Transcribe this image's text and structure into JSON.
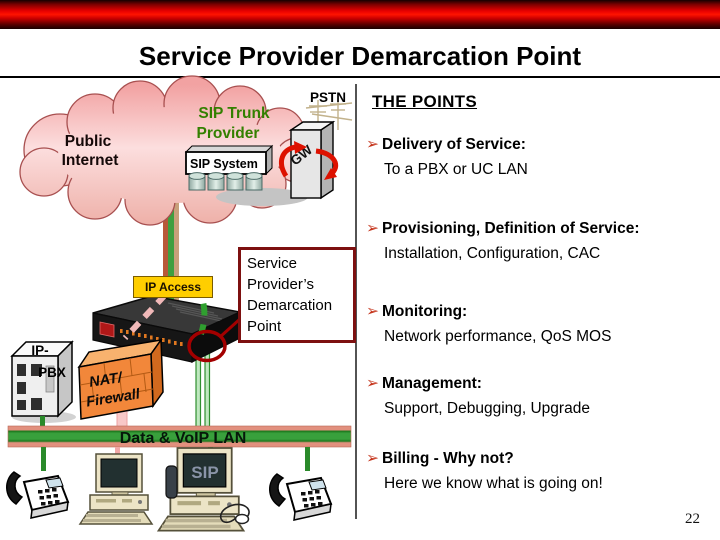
{
  "slide": {
    "title": "Service Provider Demarcation Point",
    "page_number": "22"
  },
  "diagram": {
    "public_internet": [
      "Public",
      "Internet"
    ],
    "sip_trunk_provider": [
      "SIP Trunk",
      "Provider"
    ],
    "sip_system": "SIP System",
    "pstn": "PSTN",
    "gw": "GW",
    "ip_access": "IP Access",
    "demarcation": "Service Provider’s Demarcation Point",
    "ip_pbx": [
      "IP-",
      "PBX"
    ],
    "nat_firewall": [
      "NAT/",
      "Firewall"
    ],
    "lan": "Data & VoIP LAN",
    "sip_screen": "SIP"
  },
  "points": {
    "title": "THE POINTS",
    "bullet": "➢",
    "items": [
      {
        "head": "Delivery of Service:",
        "sub": "To a PBX or UC LAN"
      },
      {
        "head": "Provisioning, Definition of Service:",
        "sub": "Installation, Configuration, CAC"
      },
      {
        "head": "Monitoring:",
        "sub": "Network performance, QoS MOS"
      },
      {
        "head": "Management:",
        "sub": "Support, Debugging, Upgrade"
      },
      {
        "head": "Billing - Why not?",
        "sub": "Here we know what is going on!"
      }
    ]
  },
  "colors": {
    "top_bar_red": "#e80000",
    "bullet_red": "#c5351c",
    "provider_green": "#338000",
    "cloud_pink": "#f2a2a2",
    "ip_access_yellow": "#ffce00",
    "nat_orange": "#f2873a",
    "lan_salmon": "#e2907e",
    "lan_green": "#39a03c",
    "callout_maroon": "#7d1010"
  }
}
